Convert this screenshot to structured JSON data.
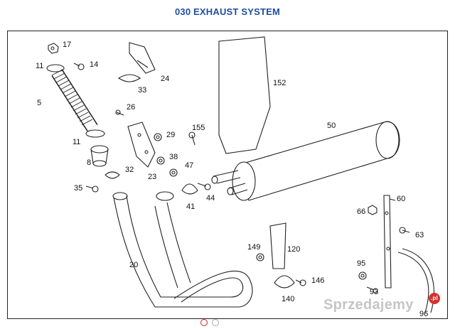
{
  "header": {
    "title": "030 EXHAUST SYSTEM"
  },
  "parts": [
    {
      "ref": "17"
    },
    {
      "ref": "11"
    },
    {
      "ref": "14"
    },
    {
      "ref": "24"
    },
    {
      "ref": "33"
    },
    {
      "ref": "5"
    },
    {
      "ref": "26"
    },
    {
      "ref": "11"
    },
    {
      "ref": "29"
    },
    {
      "ref": "8"
    },
    {
      "ref": "38"
    },
    {
      "ref": "47"
    },
    {
      "ref": "32"
    },
    {
      "ref": "23"
    },
    {
      "ref": "35"
    },
    {
      "ref": "41"
    },
    {
      "ref": "44"
    },
    {
      "ref": "155"
    },
    {
      "ref": "152"
    },
    {
      "ref": "50"
    },
    {
      "ref": "60"
    },
    {
      "ref": "66"
    },
    {
      "ref": "63"
    },
    {
      "ref": "149"
    },
    {
      "ref": "120"
    },
    {
      "ref": "20"
    },
    {
      "ref": "146"
    },
    {
      "ref": "140"
    },
    {
      "ref": "95"
    },
    {
      "ref": "93"
    },
    {
      "ref": "96"
    }
  ],
  "watermark": {
    "text": "Sprzedajemy",
    "suffix": ".pl"
  },
  "carousel": {
    "slides": 2,
    "active": 1
  }
}
